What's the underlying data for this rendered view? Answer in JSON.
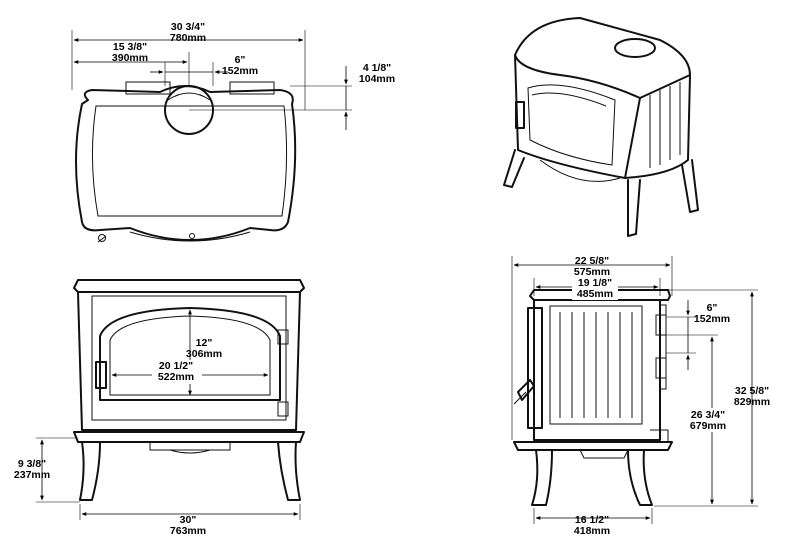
{
  "dimensions": {
    "top_width": {
      "imperial": "30 3/4\"",
      "metric": "780mm"
    },
    "flue_center_offset": {
      "imperial": "15 3/8\"",
      "metric": "390mm"
    },
    "flue_diameter": {
      "imperial": "6\"",
      "metric": "152mm"
    },
    "flue_rear_offset": {
      "imperial": "4 1/8\"",
      "metric": "104mm"
    },
    "front_opening_height": {
      "imperial": "12\"",
      "metric": "306mm"
    },
    "front_opening_width": {
      "imperial": "20 1/2\"",
      "metric": "522mm"
    },
    "floor_clearance": {
      "imperial": "9 3/8\"",
      "metric": "237mm"
    },
    "leg_width": {
      "imperial": "30\"",
      "metric": "763mm"
    },
    "side_depth": {
      "imperial": "22 5/8\"",
      "metric": "575mm"
    },
    "side_body_depth": {
      "imperial": "19 1/8\"",
      "metric": "485mm"
    },
    "rear_flue_diameter": {
      "imperial": "6\"",
      "metric": "152mm"
    },
    "overall_height": {
      "imperial": "32 5/8\"",
      "metric": "829mm"
    },
    "rear_flue_height": {
      "imperial": "26 3/4\"",
      "metric": "679mm"
    },
    "side_leg_depth": {
      "imperial": "16 1/2\"",
      "metric": "418mm"
    }
  }
}
